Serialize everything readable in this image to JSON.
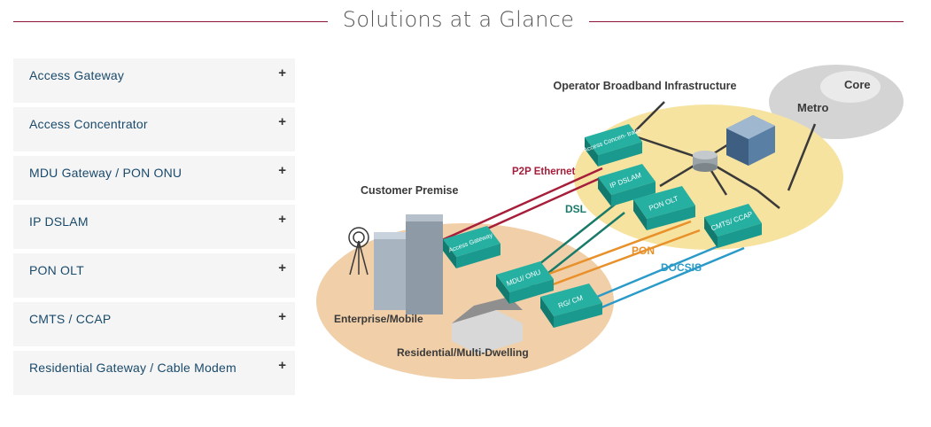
{
  "page": {
    "title": "Solutions at a Glance"
  },
  "accordion": {
    "expand_symbol": "+",
    "items": [
      {
        "label": "Access Gateway"
      },
      {
        "label": "Access Concentrator"
      },
      {
        "label": "MDU Gateway / PON ONU"
      },
      {
        "label": "IP DSLAM"
      },
      {
        "label": "PON OLT"
      },
      {
        "label": "CMTS / CCAP"
      },
      {
        "label": "Residential Gateway / Cable Modem"
      }
    ]
  },
  "diagram": {
    "zones": {
      "operator": "Operator Broadband Infrastructure",
      "customer": "Customer Premise",
      "core": "Core",
      "metro": "Metro",
      "enterprise": "Enterprise/Mobile",
      "residential": "Residential/Multi-Dwelling"
    },
    "links": {
      "p2p": "P2P Ethernet",
      "dsl": "DSL",
      "pon": "PON",
      "docsis": "DOCSIS"
    },
    "devices": {
      "access_concentrator": "Access Concen- trator",
      "ip_dslam": "IP DSLAM",
      "pon_olt": "PON OLT",
      "cmts_ccap": "CMTS/ CCAP",
      "access_gateway": "Access Gateway",
      "mdu_onu": "MDU/ ONU",
      "rg_cm": "RG/ CM"
    },
    "colors": {
      "p2p": "#a61e3a",
      "dsl": "#1a7a6a",
      "pon": "#e8902a",
      "docsis": "#2a9ac8",
      "device": "#1a9a8e",
      "operator_zone": "#f7e3a0",
      "customer_zone": "#f1cfa8",
      "metro_zone": "#d4d4d4"
    }
  }
}
